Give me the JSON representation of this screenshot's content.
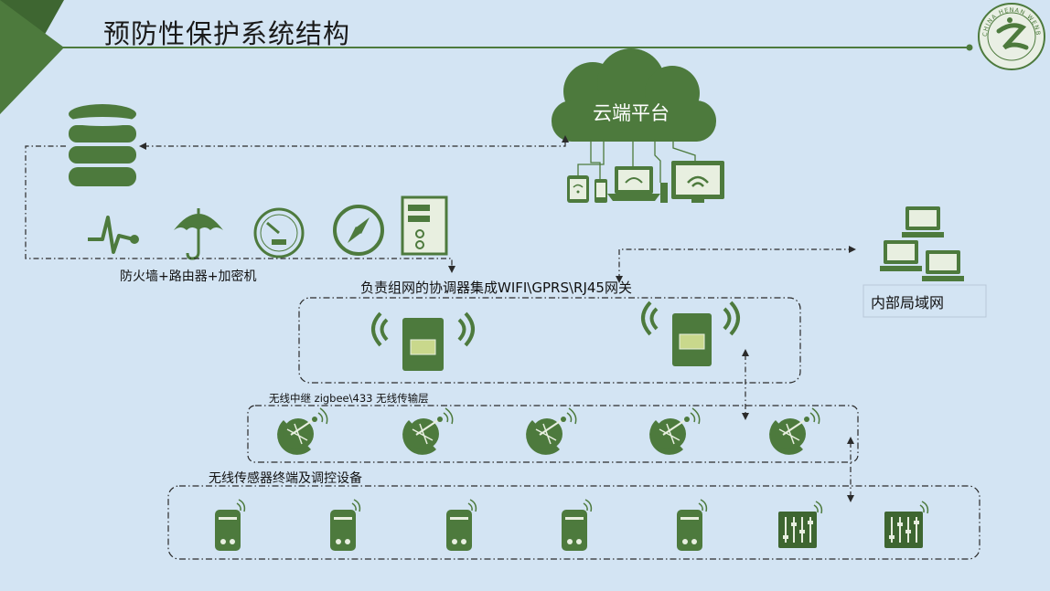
{
  "header": {
    "title": "预防性保护系统结构",
    "logo_text": "CHINA HENAN WENBO"
  },
  "cloud": {
    "label": "云端平台"
  },
  "security": {
    "label": "防火墙+路由器+加密机"
  },
  "coordinator": {
    "label": "负责组网的协调器集成WIFI\\GPRS\\RJ45网关"
  },
  "lan": {
    "label": "内部局域网"
  },
  "relay_layer": {
    "label": "无线中继 zigbee\\433 无线传输层"
  },
  "sensor_layer": {
    "label": "无线传感器终端及调控设备"
  },
  "colors": {
    "green": "#4d7a3d",
    "dark_green": "#3e6631",
    "background": "#d3e4f3",
    "line": "#2b2b2b"
  }
}
